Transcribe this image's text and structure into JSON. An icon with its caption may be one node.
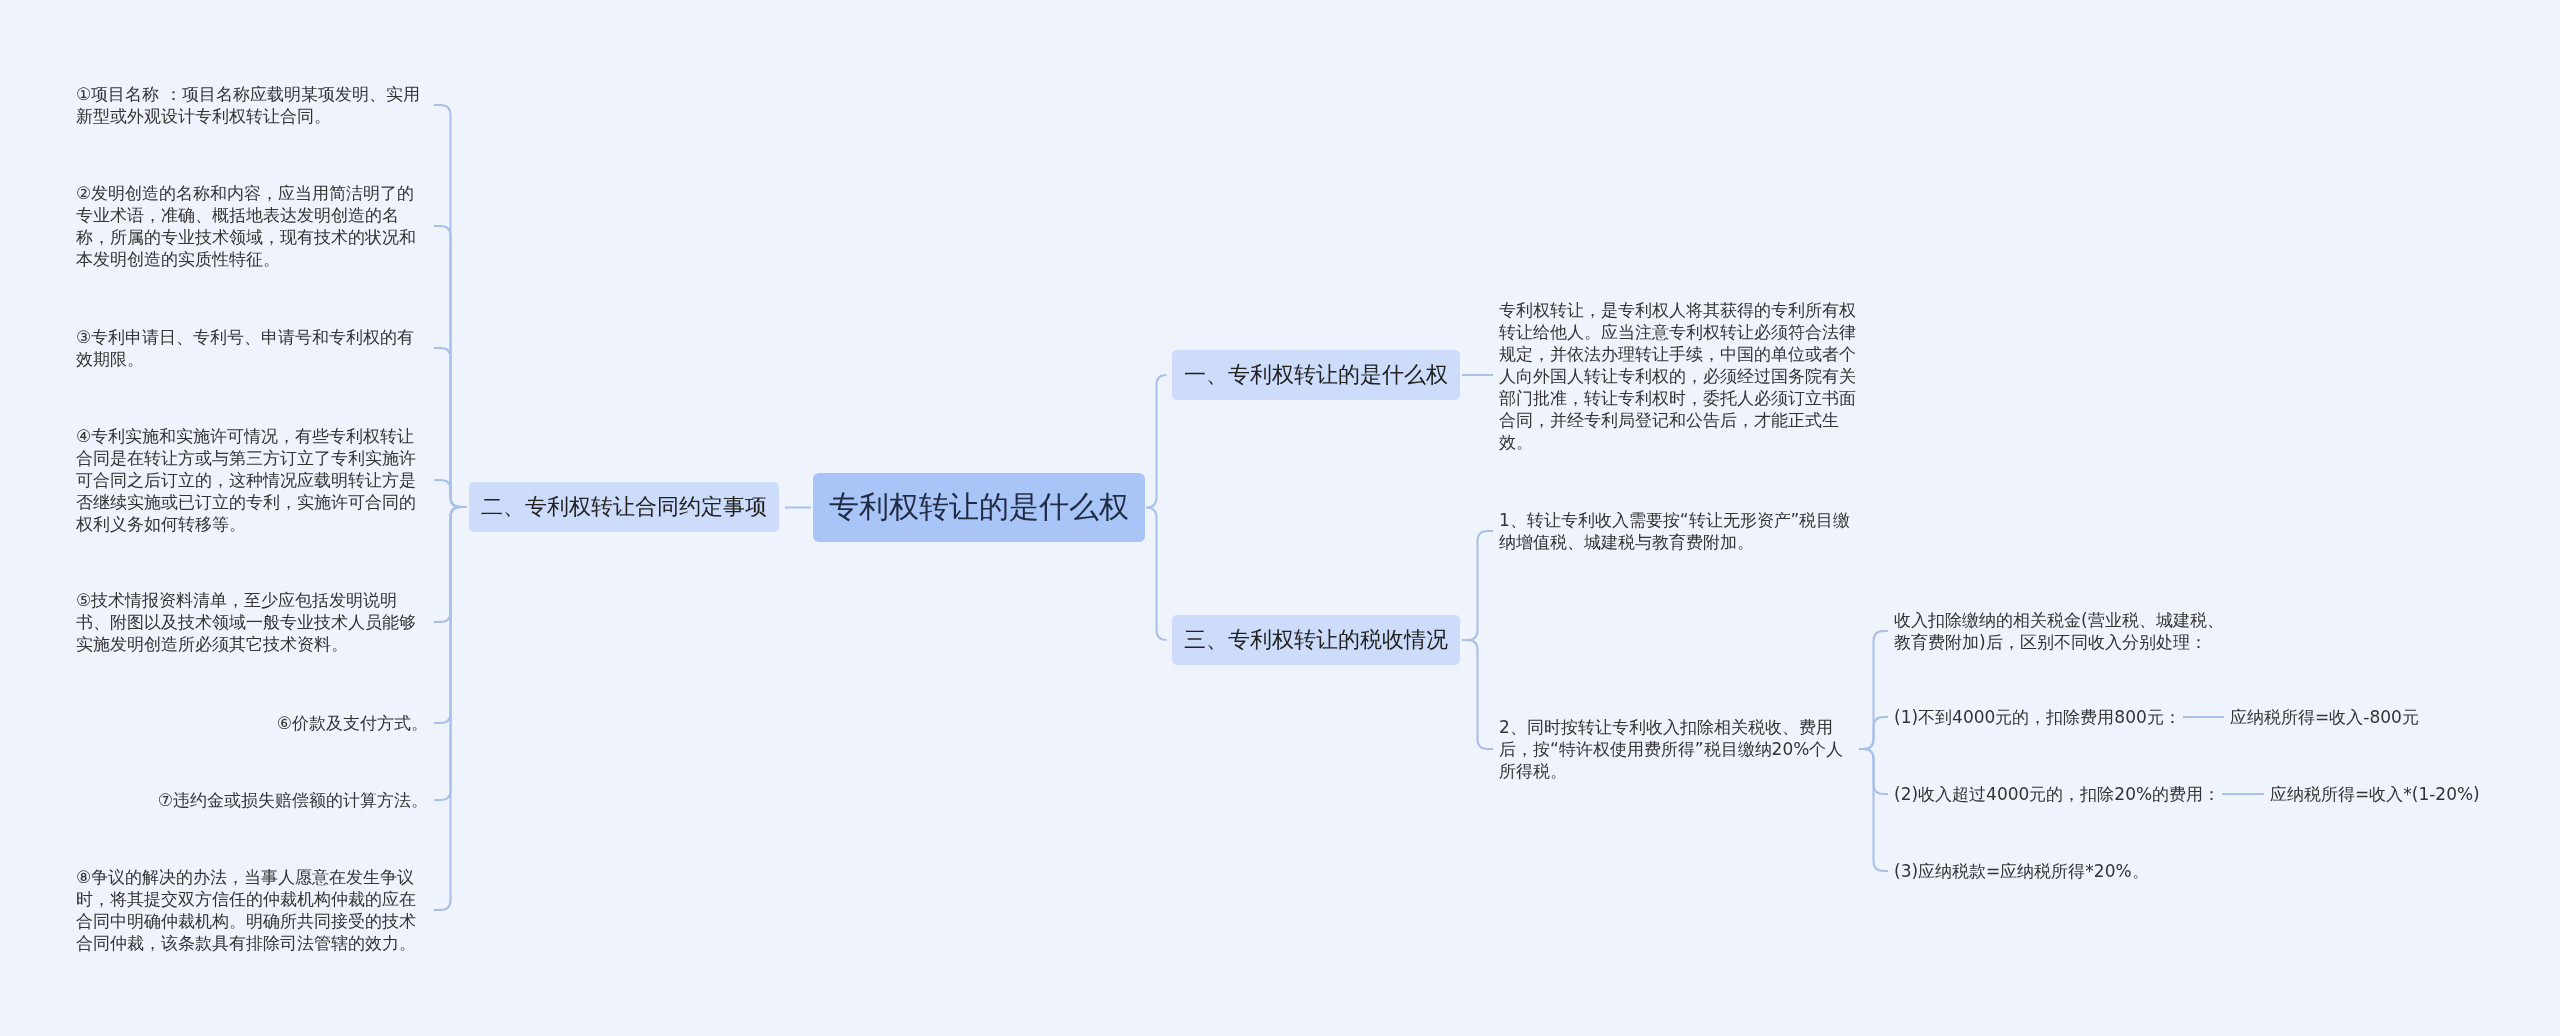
{
  "diagram": {
    "nodes": [
      {
        "text": [
          "专利权转让的是什么权"
        ]
      },
      {
        "text": [
          "一、专利权转让的是什么权"
        ]
      },
      {
        "text": [
          "专利权转让，是专利权人将其获得的专利所有权转让给他人。应当注意专利权转让必须符合法律规定，并依法办理转让手续，中国的单位或者个人向外国人转让专利权的，必须经过国务院有关部门批准，转让专利权时，委托人必须订立书面合同，并经专利局登记和公告后，才能正式生效。"
        ]
      },
      {
        "text": [
          "三、专利权转让的税收情况"
        ]
      },
      {
        "text": [
          "1、转让专利收入需要按“转让无形资产”税目缴纳增值税、城建税与教育费附加。"
        ]
      },
      {
        "text": [
          "2、同时按转让专利收入扣除相关税收、费用后，按“特许权使用费所得”税目缴纳20%个人所得税。"
        ]
      },
      {
        "text": [
          "收入扣除缴纳的相关税金(营业税、城建税、教育费附加)后，区别不同收入分别处理："
        ]
      },
      {
        "text": [
          "(1)不到4000元的，扣除费用800元："
        ]
      },
      {
        "text": [
          "应纳税所得=收入-800元"
        ]
      },
      {
        "text": [
          "(2)收入超过4000元的，扣除20%的费用："
        ]
      },
      {
        "text": [
          "应纳税所得=收入*(1-20%)"
        ]
      },
      {
        "text": [
          "(3)应纳税款=应纳税所得*20%。"
        ]
      },
      {
        "text": [
          "二、专利权转让合同约定事项"
        ]
      },
      {
        "text": [
          "①项目名称 ：项目名称应载明某项发明、实用新型或外观设计专利权转让合同。"
        ]
      },
      {
        "text": [
          "②发明创造的名称和内容，应当用简洁明了的专业术语，准确、概括地表达发明创造的名称，所属的专业技术领域，现有技术的状况和本发明创造的实质性特征。"
        ]
      },
      {
        "text": [
          "③专利申请日、专利号、申请号和专利权的有效期限。"
        ]
      },
      {
        "text": [
          "④专利实施和实施许可情况，有些专利权转让合同是在转让方或与第三方订立了专利实施许可合同之后订立的，这种情况应载明转让方是否继续实施或已订立的专利，实施许可合同的权利义务如何转移等。"
        ]
      },
      {
        "text": [
          "⑤技术情报资料清单，至少应包括发明说明书、附图以及技术领域一般专业技术人员能够实施发明创造所必须其它技术资料。"
        ]
      },
      {
        "text": [
          "⑥价款及支付方式。"
        ]
      },
      {
        "text": [
          "⑦违约金或损失赔偿额的计算方法。"
        ]
      },
      {
        "text": [
          "⑧争议的解决的办法，当事人愿意在发生争议时，将其提交双方信任的仲裁机构仲裁的应在合同中明确仲裁机构。明确所共同接受的技术合同仲裁，该条款具有排除司法管辖的效力。"
        ]
      }
    ],
    "edges": [
      {
        "from": 0,
        "to": 1,
        "arrow": "none"
      },
      {
        "from": 0,
        "to": 3,
        "arrow": "none"
      },
      {
        "from": 0,
        "to": 12,
        "arrow": "none"
      },
      {
        "from": 1,
        "to": 2,
        "arrow": "none"
      },
      {
        "from": 3,
        "to": 4,
        "arrow": "none"
      },
      {
        "from": 3,
        "to": 5,
        "arrow": "none"
      },
      {
        "from": 5,
        "to": 6,
        "arrow": "none"
      },
      {
        "from": 5,
        "to": 7,
        "arrow": "none"
      },
      {
        "from": 5,
        "to": 9,
        "arrow": "none"
      },
      {
        "from": 5,
        "to": 11,
        "arrow": "none"
      },
      {
        "from": 7,
        "to": 8,
        "arrow": "none"
      },
      {
        "from": 9,
        "to": 10,
        "arrow": "none"
      },
      {
        "from": 12,
        "to": 13,
        "arrow": "none"
      },
      {
        "from": 12,
        "to": 14,
        "arrow": "none"
      },
      {
        "from": 12,
        "to": 15,
        "arrow": "none"
      },
      {
        "from": 12,
        "to": 16,
        "arrow": "none"
      },
      {
        "from": 12,
        "to": 17,
        "arrow": "none"
      },
      {
        "from": 12,
        "to": 18,
        "arrow": "none"
      },
      {
        "from": 12,
        "to": 19,
        "arrow": "none"
      },
      {
        "from": 12,
        "to": 20,
        "arrow": "none"
      }
    ]
  }
}
